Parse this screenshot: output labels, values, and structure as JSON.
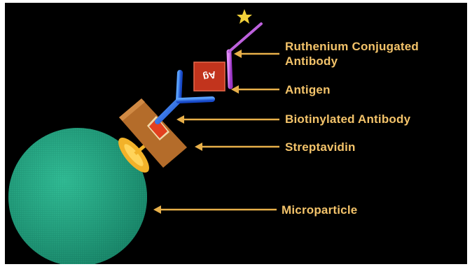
{
  "labels": {
    "ruthenium_line1": "Ruthenium Conjugated",
    "ruthenium_line2": "Antibody",
    "antigen": "Antigen",
    "biotinylated": "Biotinylated Antibody",
    "streptavidin": "Streptavidin",
    "microparticle": "Microparticle"
  },
  "antigen_glyph": "Ag",
  "colors": {
    "background": "#000000",
    "label_text": "#f3c36a",
    "arrow": "#e8b04a",
    "microparticle": "#1fa07e",
    "streptavidin": "#b46c2a",
    "biotin": "#e3401f",
    "biotinylated_antibody": "#1f64d8",
    "antigen": "#c2341d",
    "ruthenium_antibody": "#b24fd0",
    "ruthenium_star": "#f2d13a",
    "biotin_linker": "#f2b229"
  }
}
